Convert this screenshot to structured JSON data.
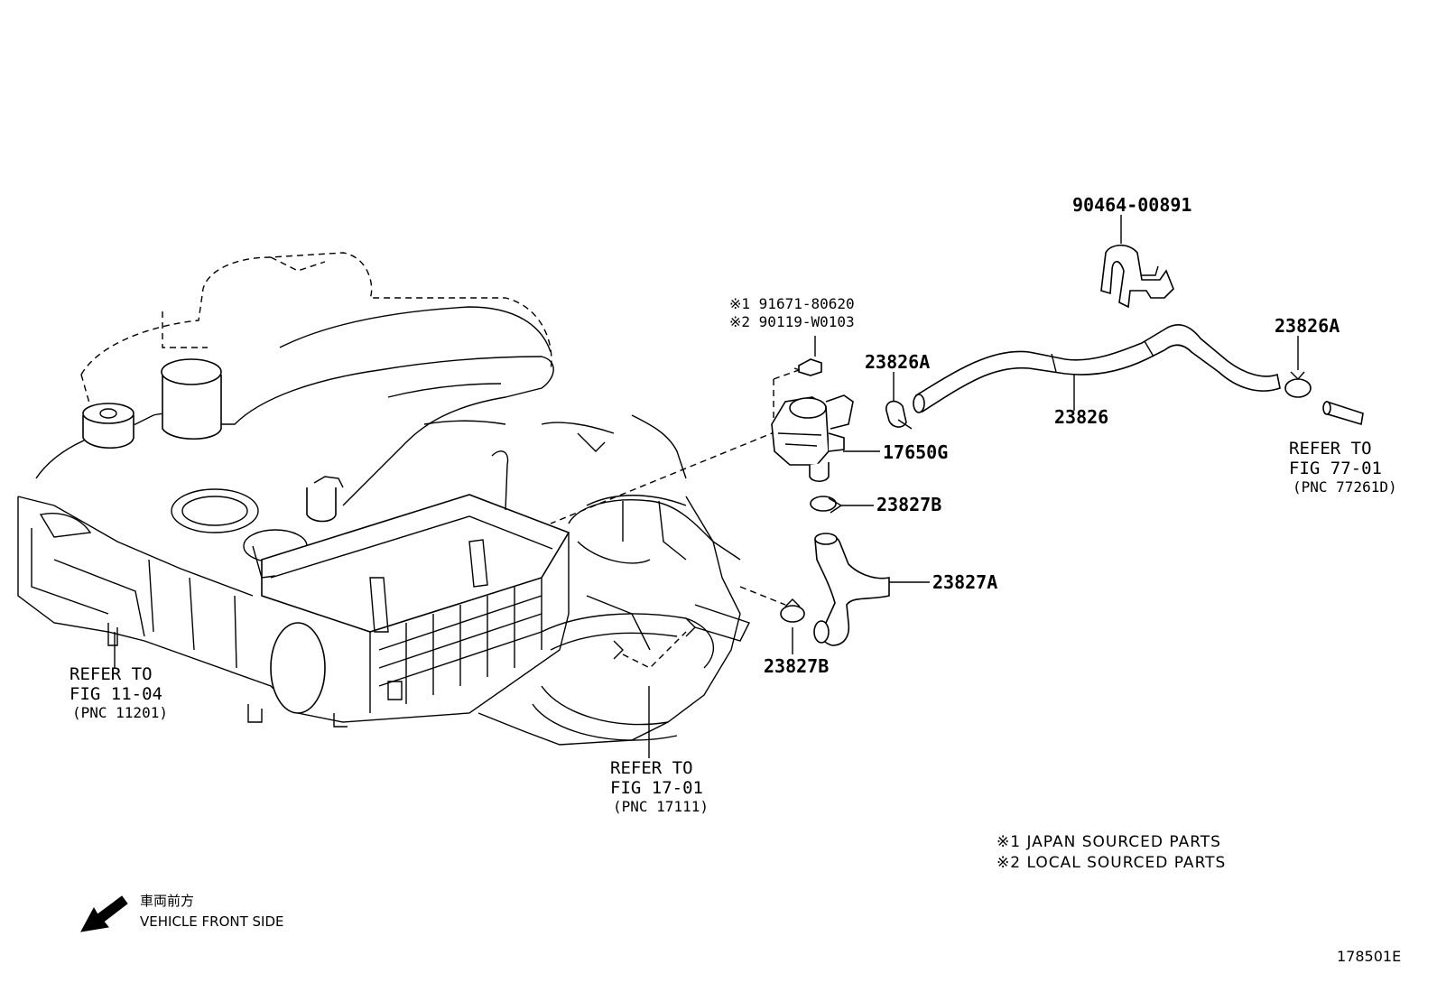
{
  "parts": {
    "p_90464": "90464-00891",
    "p_23826A_mid": "23826A",
    "p_23826A_right": "23826A",
    "p_23826": "23826",
    "p_17650G": "17650G",
    "p_23827B_top": "23827B",
    "p_23827A": "23827A",
    "p_23827B_bot": "23827B",
    "bolt_line1": "※1 91671-80620",
    "bolt_line2": "※2 90119-W0103"
  },
  "references": {
    "fig7701": {
      "l1": "REFER TO",
      "l2": "FIG 77-01",
      "l3": "(PNC 77261D)"
    },
    "fig1104": {
      "l1": "REFER TO",
      "l2": "FIG 11-04",
      "l3": "(PNC 11201)"
    },
    "fig1701": {
      "l1": "REFER TO",
      "l2": "FIG 17-01",
      "l3": "(PNC 17111)"
    }
  },
  "notes": {
    "n1": "※1 JAPAN SOURCED PARTS",
    "n2": "※2 LOCAL SOURCED PARTS"
  },
  "front": {
    "jp": "車両前方",
    "en": "VEHICLE FRONT SIDE"
  },
  "figure_code": "178501E"
}
